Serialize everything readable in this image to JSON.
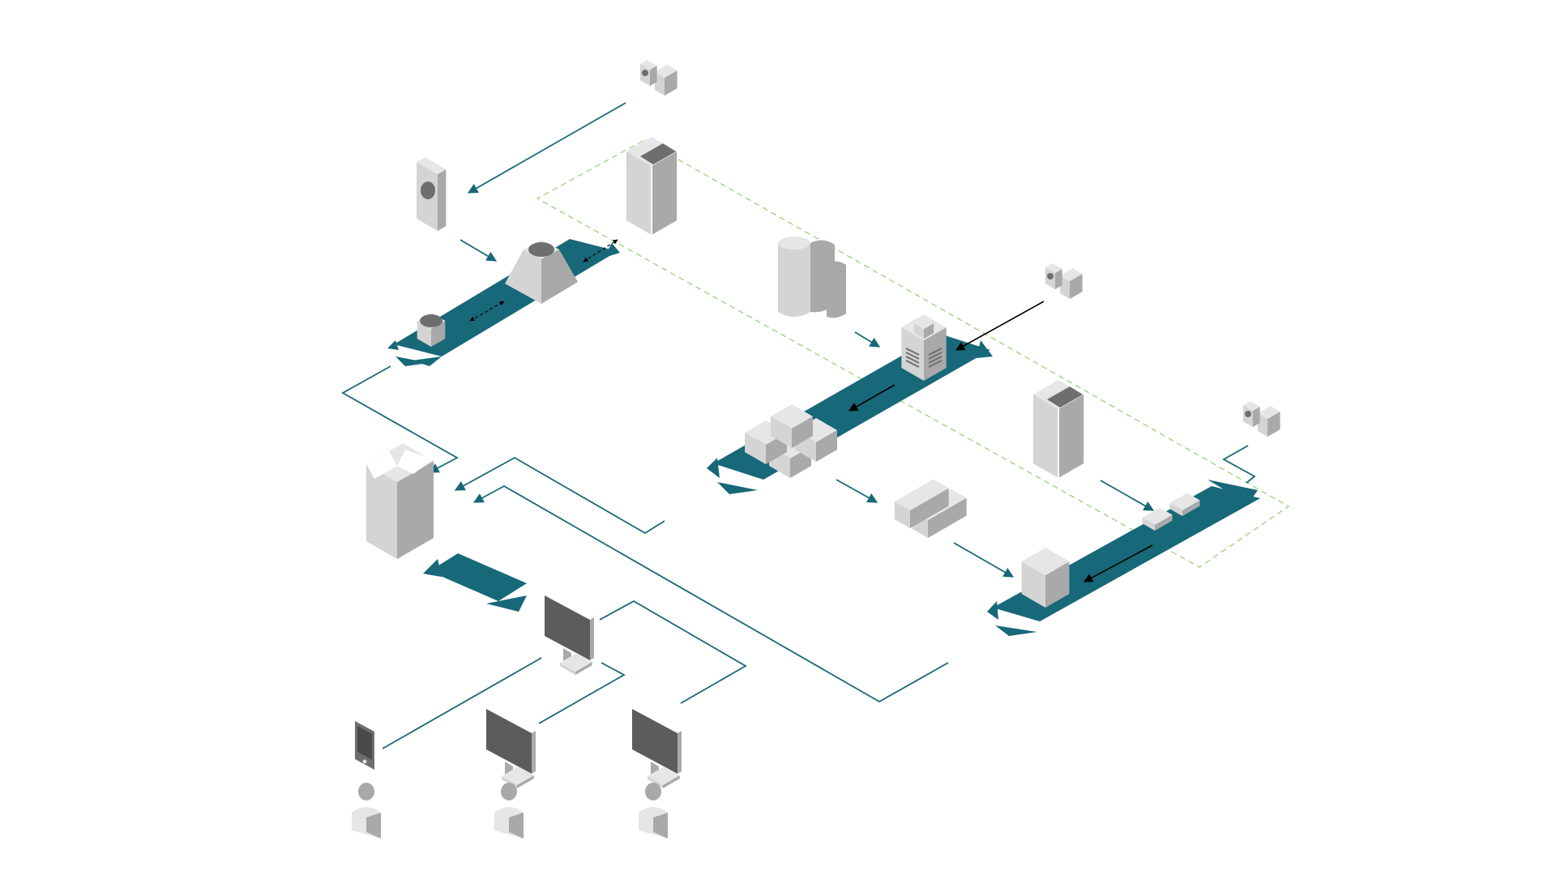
{
  "colors": {
    "background": "#ffffff",
    "platform": "#176879",
    "connector": "#176879",
    "dashed_boundary": "#8ed16b",
    "arrow_black": "#000000",
    "icon_top": "#e6e6e6",
    "icon_left": "#d4d4d4",
    "icon_right": "#a9a9a9",
    "icon_dark": "#6e6e6e",
    "screen": "#5c5c5c"
  },
  "diagram": {
    "platforms": [
      {
        "id": "platform-top-left"
      },
      {
        "id": "platform-middle"
      },
      {
        "id": "platform-right"
      },
      {
        "id": "platform-bottom-left"
      }
    ],
    "icons": [
      {
        "id": "camera-top",
        "icon": "camera-icon"
      },
      {
        "id": "camera-middle",
        "icon": "camera-icon"
      },
      {
        "id": "camera-right",
        "icon": "camera-icon"
      },
      {
        "id": "speaker-device",
        "icon": "speaker-icon"
      },
      {
        "id": "pyramid-hub",
        "icon": "pyramid-hub-icon"
      },
      {
        "id": "cylinder-node",
        "icon": "cylinder-node-icon"
      },
      {
        "id": "datacenter-top",
        "icon": "datacenter-icon"
      },
      {
        "id": "datacenter-right",
        "icon": "datacenter-icon"
      },
      {
        "id": "tank-cluster",
        "icon": "tank-icon"
      },
      {
        "id": "control-unit",
        "icon": "control-unit-icon"
      },
      {
        "id": "quad-module",
        "icon": "quad-module-icon"
      },
      {
        "id": "twin-block",
        "icon": "twin-block-icon"
      },
      {
        "id": "flat-modules",
        "icon": "flat-module-icon"
      },
      {
        "id": "hex-node",
        "icon": "hex-node-icon"
      },
      {
        "id": "main-server",
        "icon": "server-icon"
      },
      {
        "id": "monitor-center",
        "icon": "monitor-icon"
      },
      {
        "id": "monitor-left",
        "icon": "monitor-icon"
      },
      {
        "id": "monitor-right",
        "icon": "monitor-icon"
      },
      {
        "id": "tablet-device",
        "icon": "tablet-icon"
      },
      {
        "id": "user-left",
        "icon": "user-icon"
      },
      {
        "id": "user-center",
        "icon": "user-icon"
      },
      {
        "id": "user-right",
        "icon": "user-icon"
      }
    ]
  }
}
